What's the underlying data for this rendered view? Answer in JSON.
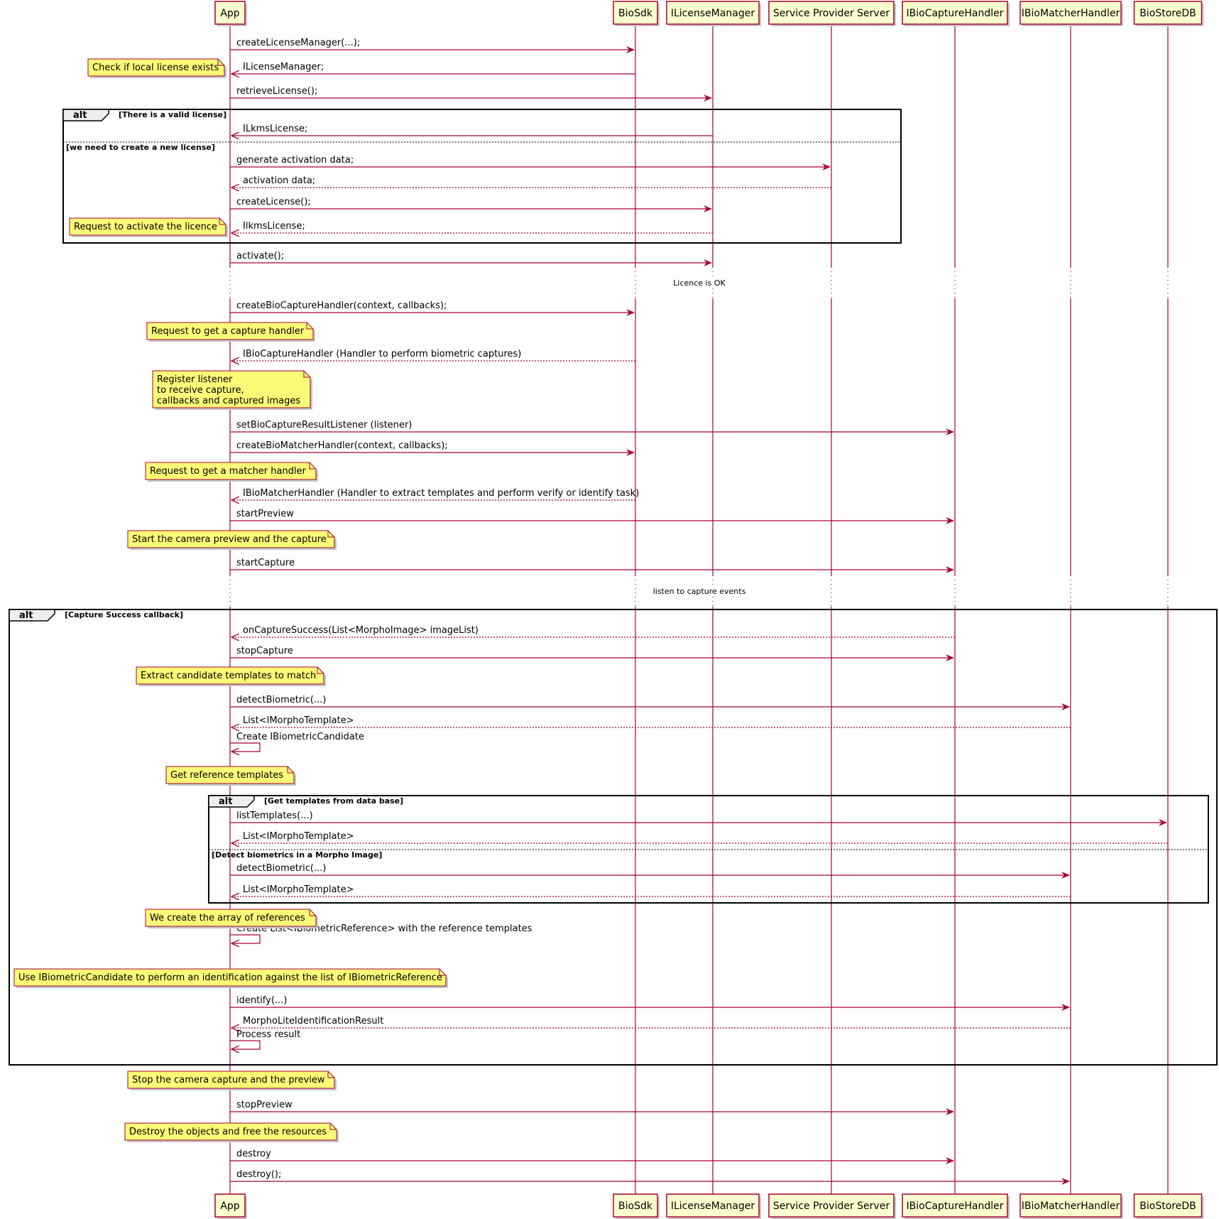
{
  "colors": {
    "line": "#A80036",
    "participant_fill": "#FEFECE",
    "note_fill": "#FBFB77",
    "note_border": "#A80036",
    "frame_border": "#000000",
    "frame_label_fill": "#EEEEEE"
  },
  "participants": [
    {
      "id": "app",
      "label": "App"
    },
    {
      "id": "biosdk",
      "label": "BioSdk"
    },
    {
      "id": "lic",
      "label": "ILicenseManager"
    },
    {
      "id": "sps",
      "label": "Service Provider Server"
    },
    {
      "id": "cap",
      "label": "IBioCaptureHandler"
    },
    {
      "id": "mat",
      "label": "IBioMatcherHandler"
    },
    {
      "id": "db",
      "label": "BioStoreDB"
    }
  ],
  "frames": [
    {
      "label": "alt",
      "sections": [
        "There is a valid license",
        "we need to create a new license"
      ]
    },
    {
      "label": "alt",
      "sections": [
        "Capture Success callback"
      ]
    },
    {
      "label": "alt",
      "sections": [
        "Get templates from data base",
        "Detect biometrics in a Morpho Image"
      ]
    }
  ],
  "delays": [
    "Licence is OK",
    "listen to capture events"
  ],
  "messages": [
    {
      "from": "app",
      "to": "biosdk",
      "label": "createLicenseManager(...);",
      "style": "solid"
    },
    {
      "from": "biosdk",
      "to": "app",
      "label": "ILicenseManager;",
      "style": "solid"
    },
    {
      "from": "app",
      "to": "lic",
      "label": "retrieveLicense();",
      "style": "solid"
    },
    {
      "from": "lic",
      "to": "app",
      "label": "ILkmsLicense;",
      "style": "solid"
    },
    {
      "from": "app",
      "to": "sps",
      "label": "generate activation data;",
      "style": "solid"
    },
    {
      "from": "sps",
      "to": "app",
      "label": "activation data;",
      "style": "dashed"
    },
    {
      "from": "app",
      "to": "lic",
      "label": "createLicense();",
      "style": "solid"
    },
    {
      "from": "lic",
      "to": "app",
      "label": "IlkmsLicense;",
      "style": "dashed"
    },
    {
      "from": "app",
      "to": "lic",
      "label": "activate();",
      "style": "solid"
    },
    {
      "from": "app",
      "to": "biosdk",
      "label": "createBioCaptureHandler(context, callbacks);",
      "style": "solid"
    },
    {
      "from": "biosdk",
      "to": "app",
      "label": "IBioCaptureHandler (Handler to perform biometric captures)",
      "style": "dashed"
    },
    {
      "from": "app",
      "to": "cap",
      "label": "setBioCaptureResultListener (listener)",
      "style": "solid"
    },
    {
      "from": "app",
      "to": "biosdk",
      "label": "createBioMatcherHandler(context, callbacks);",
      "style": "solid"
    },
    {
      "from": "biosdk",
      "to": "app",
      "label": "IBioMatcherHandler (Handler to extract templates and perform verify or identify task)",
      "style": "dashed"
    },
    {
      "from": "app",
      "to": "cap",
      "label": "startPreview",
      "style": "solid"
    },
    {
      "from": "app",
      "to": "cap",
      "label": "startCapture",
      "style": "solid"
    },
    {
      "from": "cap",
      "to": "app",
      "label": "onCaptureSuccess(List<MorphoImage> imageList)",
      "style": "dashed"
    },
    {
      "from": "app",
      "to": "cap",
      "label": "stopCapture",
      "style": "solid"
    },
    {
      "from": "app",
      "to": "mat",
      "label": "detectBiometric(...)",
      "style": "solid"
    },
    {
      "from": "mat",
      "to": "app",
      "label": "List<IMorphoTemplate>",
      "style": "dashed"
    },
    {
      "from": "app",
      "to": "app",
      "label": "Create IBiometricCandidate",
      "style": "self"
    },
    {
      "from": "app",
      "to": "db",
      "label": "listTemplates(...)",
      "style": "solid"
    },
    {
      "from": "db",
      "to": "app",
      "label": "List<IMorphoTemplate>",
      "style": "dashed"
    },
    {
      "from": "app",
      "to": "mat",
      "label": "detectBiometric(...)",
      "style": "solid"
    },
    {
      "from": "mat",
      "to": "app",
      "label": "List<IMorphoTemplate>",
      "style": "dashed"
    },
    {
      "from": "app",
      "to": "app",
      "label": "Create List<IBiometricReference> with the reference templates",
      "style": "self"
    },
    {
      "from": "app",
      "to": "mat",
      "label": "identify(...)",
      "style": "solid"
    },
    {
      "from": "mat",
      "to": "app",
      "label": "MorphoLiteIdentificationResult",
      "style": "dashed"
    },
    {
      "from": "app",
      "to": "app",
      "label": "Process result",
      "style": "self"
    },
    {
      "from": "app",
      "to": "cap",
      "label": "stopPreview",
      "style": "solid"
    },
    {
      "from": "app",
      "to": "cap",
      "label": "destroy",
      "style": "solid"
    },
    {
      "from": "app",
      "to": "mat",
      "label": "destroy();",
      "style": "solid"
    }
  ],
  "notes": [
    {
      "lines": [
        "Check if local license exists"
      ]
    },
    {
      "lines": [
        "Request to activate the licence"
      ]
    },
    {
      "lines": [
        "Request to get a capture handler"
      ]
    },
    {
      "lines": [
        "Register listener",
        "to receive capture,",
        "callbacks and captured images"
      ]
    },
    {
      "lines": [
        "Request to get a matcher handler"
      ]
    },
    {
      "lines": [
        "Start the camera preview and the capture"
      ]
    },
    {
      "lines": [
        "Extract candidate templates to match"
      ]
    },
    {
      "lines": [
        "Get reference templates"
      ]
    },
    {
      "lines": [
        "We create the array of references"
      ]
    },
    {
      "lines": [
        "Use IBiometricCandidate to perform an identification against the list of IBiometricReference"
      ]
    },
    {
      "lines": [
        "Stop the camera capture and the preview"
      ]
    },
    {
      "lines": [
        "Destroy the objects and free the resources"
      ]
    }
  ]
}
